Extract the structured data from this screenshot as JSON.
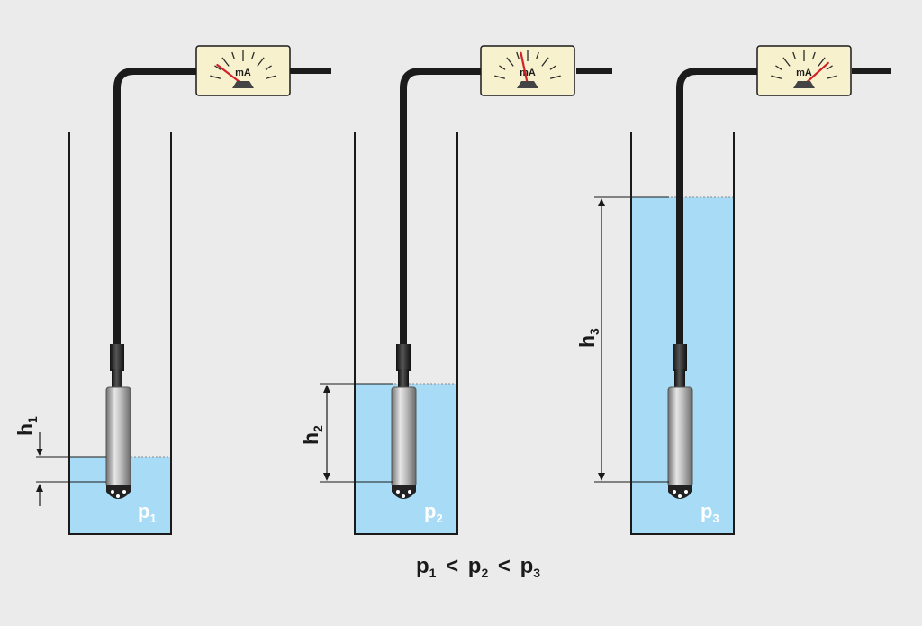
{
  "colors": {
    "background": "#ebebeb",
    "water": "#a8dcf6",
    "tank_wall": "#1a1a1a",
    "cable": "#1b1b1b",
    "sensor_body": "#b8b8b8",
    "meter_face": "#f7f2cd",
    "needle": "#d4202a",
    "label_dark": "#1a1a1a",
    "label_light": "#ffffff"
  },
  "meters": [
    {
      "unit": "mA",
      "needle_fraction": 0.15
    },
    {
      "unit": "mA",
      "needle_fraction": 0.42
    },
    {
      "unit": "mA",
      "needle_fraction": 0.82
    }
  ],
  "tanks": [
    {
      "height_label": {
        "main": "h",
        "sub": "1"
      },
      "pressure_label": {
        "main": "p",
        "sub": "1"
      }
    },
    {
      "height_label": {
        "main": "h",
        "sub": "2"
      },
      "pressure_label": {
        "main": "p",
        "sub": "2"
      }
    },
    {
      "height_label": {
        "main": "h",
        "sub": "3"
      },
      "pressure_label": {
        "main": "p",
        "sub": "3"
      }
    }
  ],
  "relation": {
    "terms": [
      {
        "main": "p",
        "sub": "1"
      },
      {
        "main": "p",
        "sub": "2"
      },
      {
        "main": "p",
        "sub": "3"
      }
    ],
    "operator": "<"
  }
}
